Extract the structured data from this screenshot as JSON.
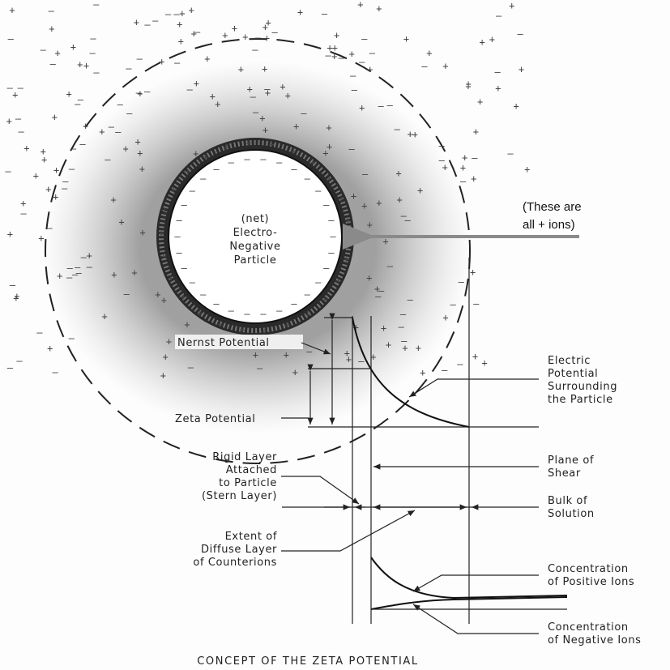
{
  "particle": {
    "line1": "(net)",
    "line2": "Electro-",
    "line3": "Negative",
    "line4": "Particle"
  },
  "annotation": {
    "line1": "(These are",
    "line2": "all + ions)"
  },
  "labels": {
    "nernst": "Nernst Potential",
    "zeta": "Zeta Potential",
    "electric_1": "Electric",
    "electric_2": "Potential",
    "electric_3": "Surrounding",
    "electric_4": "the Particle",
    "rigid_1": "Rigid Layer",
    "rigid_2": "Attached",
    "rigid_3": "to Particle",
    "rigid_4": "(Stern Layer)",
    "shear_1": "Plane of",
    "shear_2": "Shear",
    "bulk_1": "Bulk of",
    "bulk_2": "Solution",
    "diffuse_1": "Extent of",
    "diffuse_2": "Diffuse Layer",
    "diffuse_3": "of Counterions",
    "pos_1": "Concentration",
    "pos_2": "of Positive Ions",
    "neg_1": "Concentration",
    "neg_2": "of Negative Ions"
  },
  "title": "CONCEPT OF THE ZETA POTENTIAL",
  "signs": {
    "plus": "+",
    "minus": "–"
  },
  "colors": {
    "ink": "#222222",
    "arrow": "#8a8a8a",
    "cloud": "#555555"
  }
}
